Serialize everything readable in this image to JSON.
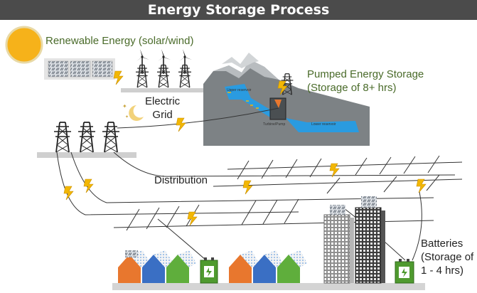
{
  "title": "Energy Storage Process",
  "labels": {
    "renewable": "Renewable Energy (solar/wind)",
    "pumped_line1": "Pumped Energy Storage",
    "pumped_line2": "(Storage of 8+ hrs)",
    "grid_line1": "Electric",
    "grid_line2": "Grid",
    "distribution": "Distribution",
    "batteries_line1": "Batteries",
    "batteries_line2": "(Storage of",
    "batteries_line3": "1 - 4 hrs)",
    "upper_reservoir": "Upper reservoir",
    "lower_reservoir": "Lower reservoir",
    "turbine_pump": "Turbine/Pump"
  },
  "colors": {
    "title_bg": "#4b4b4b",
    "label_green": "#4a6b2a",
    "sun": "#f6b21a",
    "bolt": "#f2b705",
    "water": "#2a9be0",
    "house_orange": "#e8772e",
    "house_blue": "#3a6fc4",
    "house_green": "#5fae3c",
    "battery_green": "#4f9a2f"
  }
}
